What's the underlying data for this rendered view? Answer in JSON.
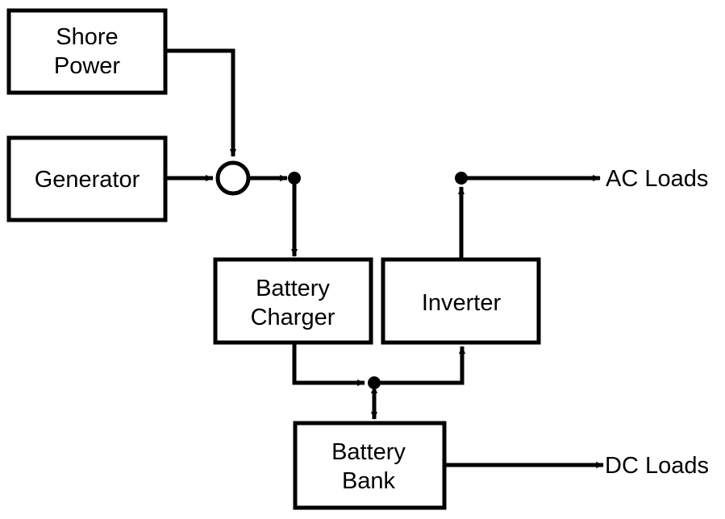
{
  "diagram": {
    "title": "Power system block diagram",
    "nodes": {
      "shore_power": {
        "line1": "Shore",
        "line2": "Power"
      },
      "generator": {
        "label": "Generator"
      },
      "battery_charger": {
        "line1": "Battery",
        "line2": "Charger"
      },
      "inverter": {
        "label": "Inverter"
      },
      "battery_bank": {
        "line1": "Battery",
        "line2": "Bank"
      }
    },
    "outputs": {
      "ac_loads": "AC Loads",
      "dc_loads": "DC Loads"
    },
    "edges": [
      {
        "from": "Shore Power",
        "to": "Transfer Switch",
        "type": "arrow"
      },
      {
        "from": "Generator",
        "to": "Transfer Switch",
        "type": "arrow"
      },
      {
        "from": "Transfer Switch",
        "to": "AC Junction",
        "type": "arrow"
      },
      {
        "from": "AC Junction",
        "to": "Battery Charger",
        "type": "arrow"
      },
      {
        "from": "Battery Charger",
        "to": "DC Junction",
        "type": "arrow"
      },
      {
        "from": "DC Junction",
        "to": "Inverter",
        "type": "arrow"
      },
      {
        "from": "DC Junction",
        "to": "Battery Bank",
        "type": "bidirectional"
      },
      {
        "from": "Inverter",
        "to": "AC Output Junction",
        "type": "arrow"
      },
      {
        "from": "AC Output Junction",
        "to": "AC Loads",
        "type": "arrow"
      },
      {
        "from": "Battery Bank",
        "to": "DC Loads",
        "type": "arrow"
      }
    ],
    "colors": {
      "line": "#000000",
      "background": "#ffffff"
    }
  }
}
